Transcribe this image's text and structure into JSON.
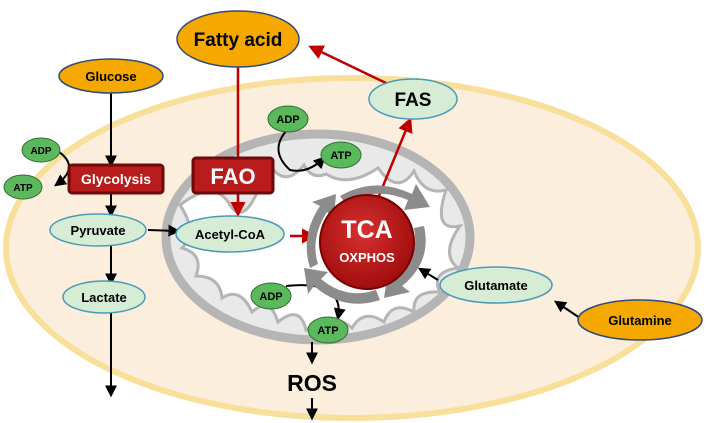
{
  "nodes": {
    "fatty_acid": "Fatty acid",
    "glucose": "Glucose",
    "fas": "FAS",
    "glycolysis": "Glycolysis",
    "fao": "FAO",
    "pyruvate": "Pyruvate",
    "acetyl_coa": "Acetyl-CoA",
    "tca": "TCA",
    "oxphos": "OXPHOS",
    "lactate": "Lactate",
    "glutamate": "Glutamate",
    "glutamine": "Glutamine",
    "ros": "ROS"
  },
  "energy": {
    "adp_glycolysis": "ADP",
    "atp_glycolysis": "ATP",
    "adp_fao": "ADP",
    "atp_fao": "ATP",
    "adp_oxphos": "ADP",
    "atp_oxphos": "ATP"
  },
  "colors": {
    "substrate_orange": "#f5a800",
    "metabolite_green": "#d7ecd4",
    "energy_green": "#5cb85c",
    "enzyme_red": "#b81c1c",
    "cell_fill": "#fbeedd",
    "cell_border": "#f8df9a",
    "mito_gray": "#b5b5b5",
    "arrow_red": "#c00000"
  }
}
